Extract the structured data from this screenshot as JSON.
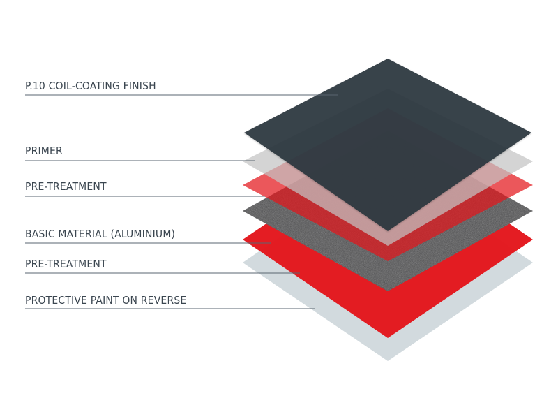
{
  "layers": [
    {
      "id": "finish",
      "label": "P.10 COIL-COATING FINISH",
      "color": "#2c363d"
    },
    {
      "id": "primer",
      "label": "PRIMER",
      "color": "#c8c8c8"
    },
    {
      "id": "pretop",
      "label": "PRE-TREATMENT",
      "color": "#e3161c"
    },
    {
      "id": "basic",
      "label": "BASIC MATERIAL (ALUMINIUM)",
      "color": "#4a4a4c"
    },
    {
      "id": "prebot",
      "label": "PRE-TREATMENT",
      "color": "#e3161c"
    },
    {
      "id": "reverse",
      "label": "PROTECTIVE PAINT ON REVERSE",
      "color": "#d0d8dc"
    }
  ],
  "colors": {
    "label_text": "#3b4650",
    "leader_line": "#5a6670"
  }
}
